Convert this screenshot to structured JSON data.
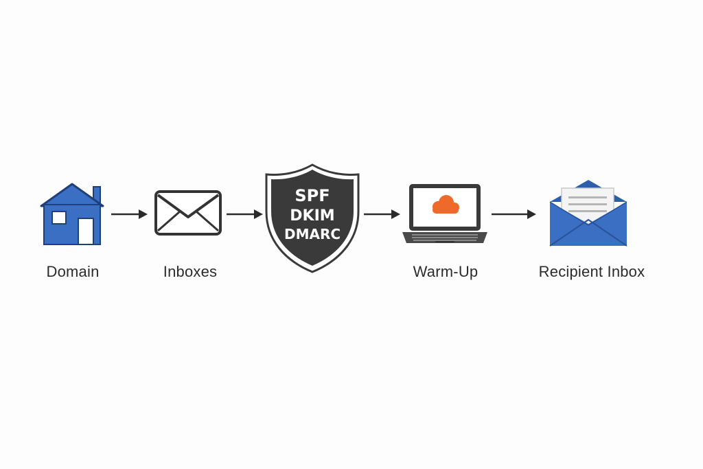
{
  "flow": {
    "steps": [
      {
        "label": "Domain",
        "icon": "house-icon"
      },
      {
        "label": "Inboxes",
        "icon": "envelope-icon"
      },
      {
        "label": "",
        "icon": "shield-icon"
      },
      {
        "label": "Warm-Up",
        "icon": "laptop-cloud-icon"
      },
      {
        "label": "Recipient Inbox",
        "icon": "open-envelope-icon"
      }
    ],
    "shield": {
      "lines": [
        "SPF",
        "DKIM",
        "DMARC"
      ]
    }
  },
  "colors": {
    "accent_blue": "#3b6fc4",
    "shield_dark": "#3a3a3a",
    "cloud_orange": "#ef6a2a",
    "arrow": "#2b2b2b"
  }
}
